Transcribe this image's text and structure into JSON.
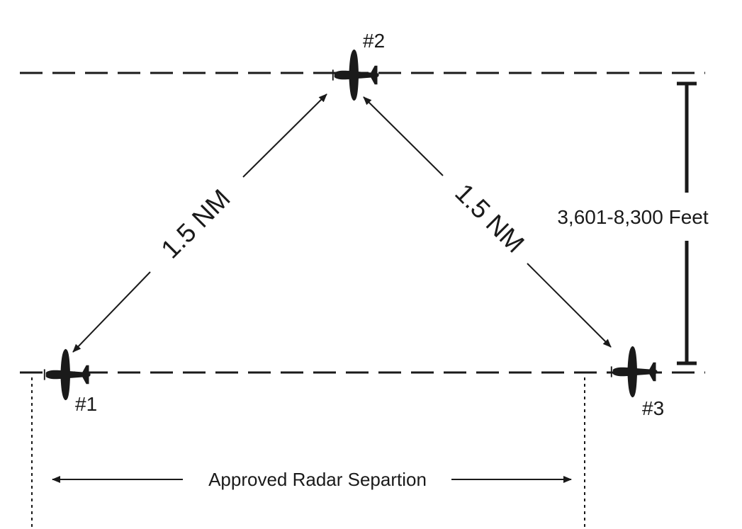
{
  "aircraft": [
    {
      "label": "#1"
    },
    {
      "label": "#2"
    },
    {
      "label": "#3"
    }
  ],
  "distances": {
    "left": "1.5 NM",
    "right": "1.5 NM"
  },
  "altitude_range": "3,601-8,300 Feet",
  "separation_label": "Approved Radar Separtion",
  "colors": {
    "ink": "#1a1a1a",
    "background": "#ffffff"
  }
}
